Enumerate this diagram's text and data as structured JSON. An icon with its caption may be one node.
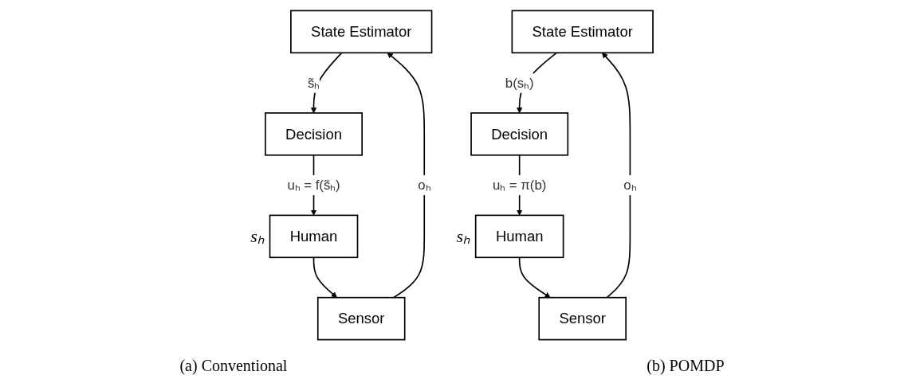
{
  "diagram": {
    "nodes": [
      {
        "text": [
          "State Estimator"
        ]
      },
      {
        "text": [
          "Sensor"
        ]
      },
      {
        "text": [
          "Human"
        ],
        "beside": [
          "sₕ"
        ]
      },
      {
        "text": [
          "Decision"
        ]
      },
      {
        "text": [
          "State Estimator"
        ]
      },
      {
        "text": [
          "Sensor"
        ]
      },
      {
        "text": [
          "Human"
        ],
        "beside": [
          "sₕ"
        ]
      },
      {
        "text": [
          "Decision"
        ]
      }
    ],
    "edges": [
      {
        "from": 2,
        "to": 1,
        "arrow": "to"
      },
      {
        "from": 1,
        "to": 0,
        "arrow": "to",
        "label": "oₕ"
      },
      {
        "from": 0,
        "to": 3,
        "arrow": "to",
        "label": "s̃ₕ"
      },
      {
        "from": 3,
        "to": 2,
        "arrow": "to",
        "label": "uₕ = f(s̃ₕ)"
      },
      {
        "from": 6,
        "to": 5,
        "arrow": "to"
      },
      {
        "from": 5,
        "to": 4,
        "arrow": "to",
        "label": "oₕ"
      },
      {
        "from": 4,
        "to": 7,
        "arrow": "to",
        "label": "b(sₕ)"
      },
      {
        "from": 7,
        "to": 6,
        "arrow": "to",
        "label": "uₕ = π(b)"
      }
    ],
    "labels": [
      "(a) Conventional",
      "(b) POMDP"
    ]
  }
}
